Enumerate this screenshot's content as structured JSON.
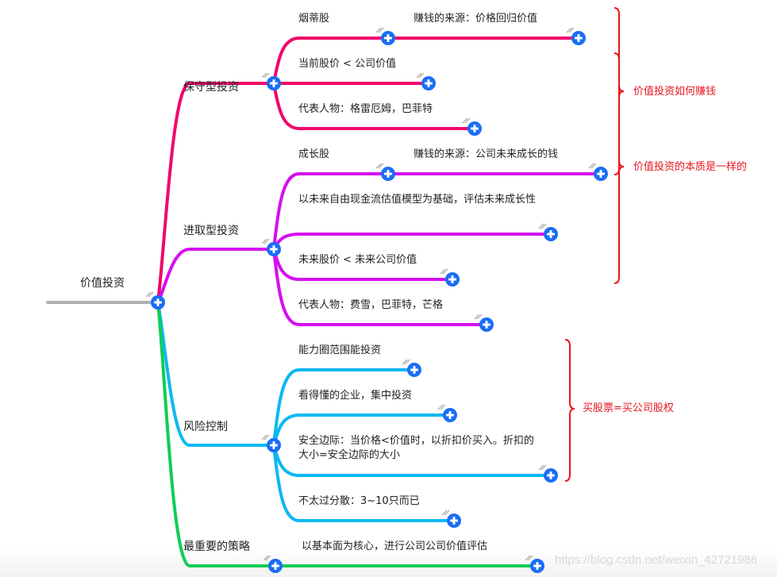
{
  "root": {
    "label": "价值投资",
    "color": "#b0b0b0"
  },
  "branches": [
    {
      "label": "保守型投资",
      "color": "#f0066b",
      "children": [
        {
          "label": "烟蒂股",
          "child": "赚钱的来源：价格回归价值"
        },
        {
          "label": "当前股价 < 公司价值"
        },
        {
          "label": "代表人物：格雷厄姆，巴菲特"
        }
      ]
    },
    {
      "label": "进取型投资",
      "color": "#d60ef0",
      "children": [
        {
          "label": "成长股",
          "child": "赚钱的来源：公司未来成长的钱"
        },
        {
          "label": "以未来自由现金流估值模型为基础，评估未来成长性"
        },
        {
          "label": "未来股价 < 未来公司价值"
        },
        {
          "label": "代表人物：费雪，巴菲特，芒格"
        }
      ]
    },
    {
      "label": "风险控制",
      "color": "#0cb8f2",
      "children": [
        {
          "label": "能力圈范围能投资"
        },
        {
          "label": "看得懂的企业，集中投资"
        },
        {
          "label": "安全边际：当价格<价值时，以折扣价买入。折扣的大小=安全边际的大小"
        },
        {
          "label": "不太过分散：3~10只而已"
        }
      ]
    },
    {
      "label": "最重要的策略",
      "color": "#10cc55",
      "children": [
        {
          "label": "以基本面为核心，进行公司公司价值评估"
        }
      ]
    }
  ],
  "annotations": [
    {
      "text": "价值投资如何赚钱",
      "color": "#e8141c"
    },
    {
      "text": "价值投资的本质是一样的",
      "color": "#e8141c"
    },
    {
      "text": "买股票=买公司股权",
      "color": "#e8141c"
    }
  ],
  "icons": {
    "expand": "plus-circle-icon",
    "resize": "resize-handle-icon"
  },
  "accent": "#1a6ef5",
  "watermark": "https://blog.csdn.net/weixin_42721986"
}
